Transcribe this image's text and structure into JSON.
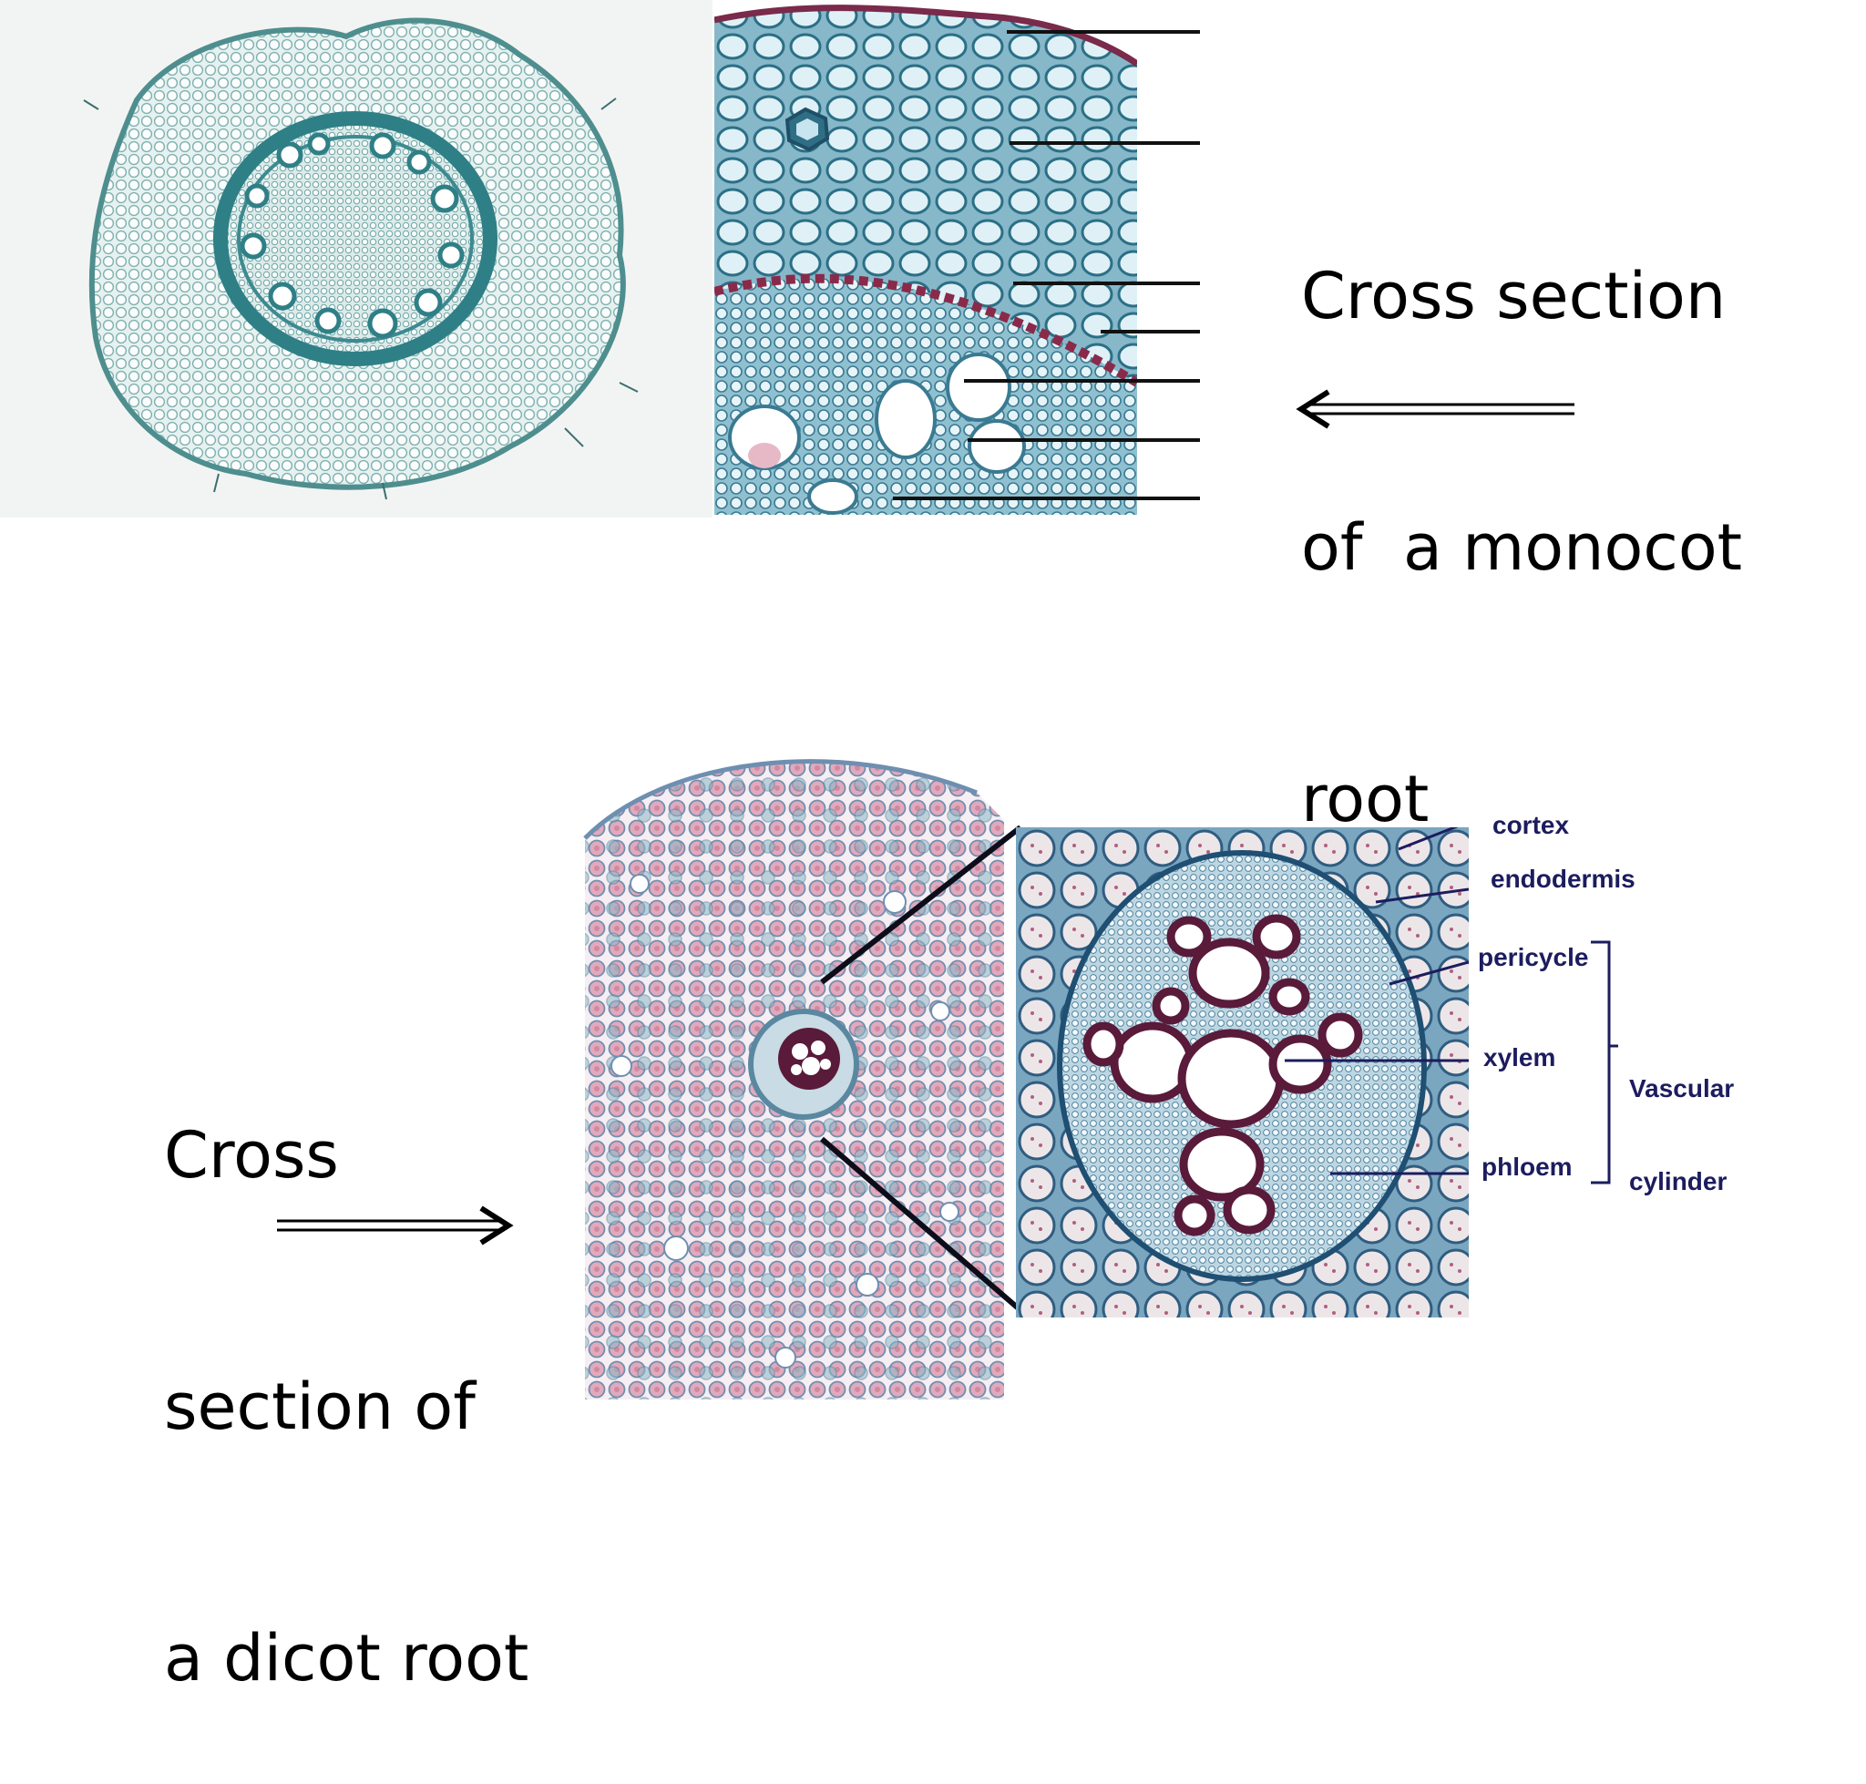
{
  "monocot": {
    "caption_lines": [
      "Cross section",
      "of  a monocot",
      "root"
    ],
    "detail_leader_count": 7
  },
  "dicot": {
    "caption_lines": [
      "Cross",
      "section of",
      "a dicot root"
    ],
    "labels": {
      "cortex": "cortex",
      "endodermis": "endodermis",
      "pericycle": "pericycle",
      "xylem": "xylem",
      "phloem": "phloem",
      "vascular_cylinder_line1": "Vascular",
      "vascular_cylinder_line2": "cylinder"
    }
  },
  "colors": {
    "monocot_stain": "#2f7f86",
    "monocot_cell_fill": "#eef6f6",
    "dicot_pink": "#d9a0b4",
    "dicot_blue": "#6f9fb3",
    "xylem_wall": "#5a1a3a",
    "label_text": "#1c1c5e"
  }
}
